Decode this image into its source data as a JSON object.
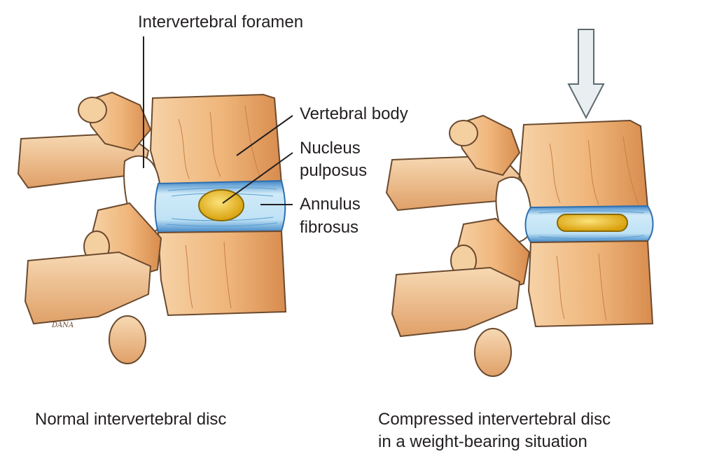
{
  "labels": {
    "intervertebral_foramen": "Intervertebral foramen",
    "vertebral_body": "Vertebral body",
    "nucleus_pulposus_line1": "Nucleus",
    "nucleus_pulposus_line2": "pulposus",
    "annulus_fibrosus_line1": "Annulus",
    "annulus_fibrosus_line2": "fibrosus"
  },
  "captions": {
    "normal": "Normal intervertebral disc",
    "compressed_line1": "Compressed intervertebral disc",
    "compressed_line2": "in a weight-bearing situation"
  },
  "colors": {
    "bone": "#f2c18c",
    "bone_shade": "#d98f52",
    "bone_outline": "#6b4a2e",
    "disc": "#a9d8f0",
    "nucleus": "#f3c31c",
    "arrow_fill": "#e9eff1"
  },
  "icons": {
    "load_arrow": "arrow-down-icon"
  }
}
